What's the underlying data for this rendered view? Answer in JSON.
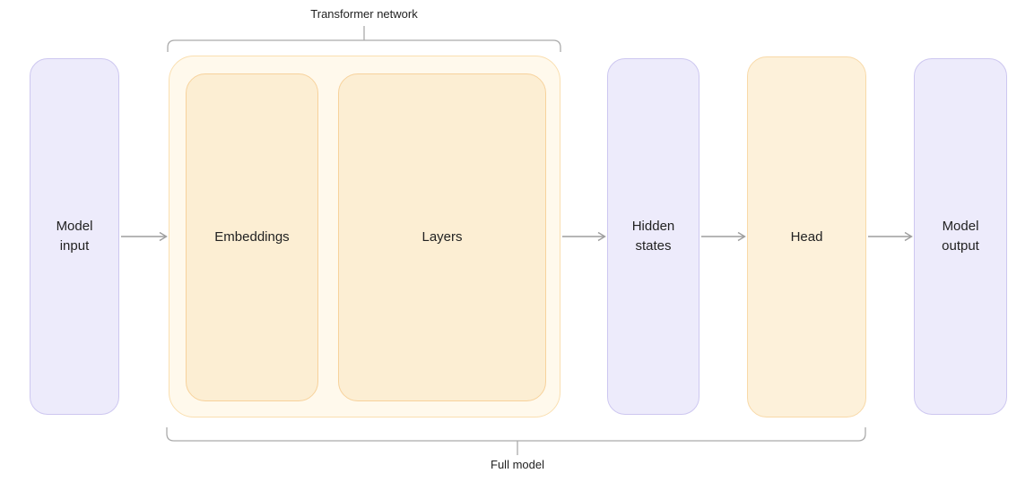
{
  "diagram": {
    "nodes": {
      "model_input": {
        "label": "Model\ninput",
        "fill": "#EDEBFB",
        "border": "#CDC7F0"
      },
      "embeddings": {
        "label": "Embeddings",
        "fill": "#FCEED3",
        "border": "#F7D29C"
      },
      "layers": {
        "label": "Layers",
        "fill": "#FCEED3",
        "border": "#F7D29C"
      },
      "hidden_states": {
        "label": "Hidden\nstates",
        "fill": "#EDEBFB",
        "border": "#CDC7F0"
      },
      "head": {
        "label": "Head",
        "fill": "#FDF1DA",
        "border": "#F8D9A8"
      },
      "model_output": {
        "label": "Model\noutput",
        "fill": "#EDEBFB",
        "border": "#CDC7F0"
      }
    },
    "groups": {
      "transformer_network": {
        "label": "Transformer network",
        "fill": "#FFF9EC",
        "border": "#FADFB0"
      },
      "full_model": {
        "label": "Full model"
      }
    },
    "colors": {
      "arrow": "#9E9E9E",
      "bracket": "#ABABAB",
      "text": "#222222",
      "background": "#FFFFFF"
    }
  }
}
